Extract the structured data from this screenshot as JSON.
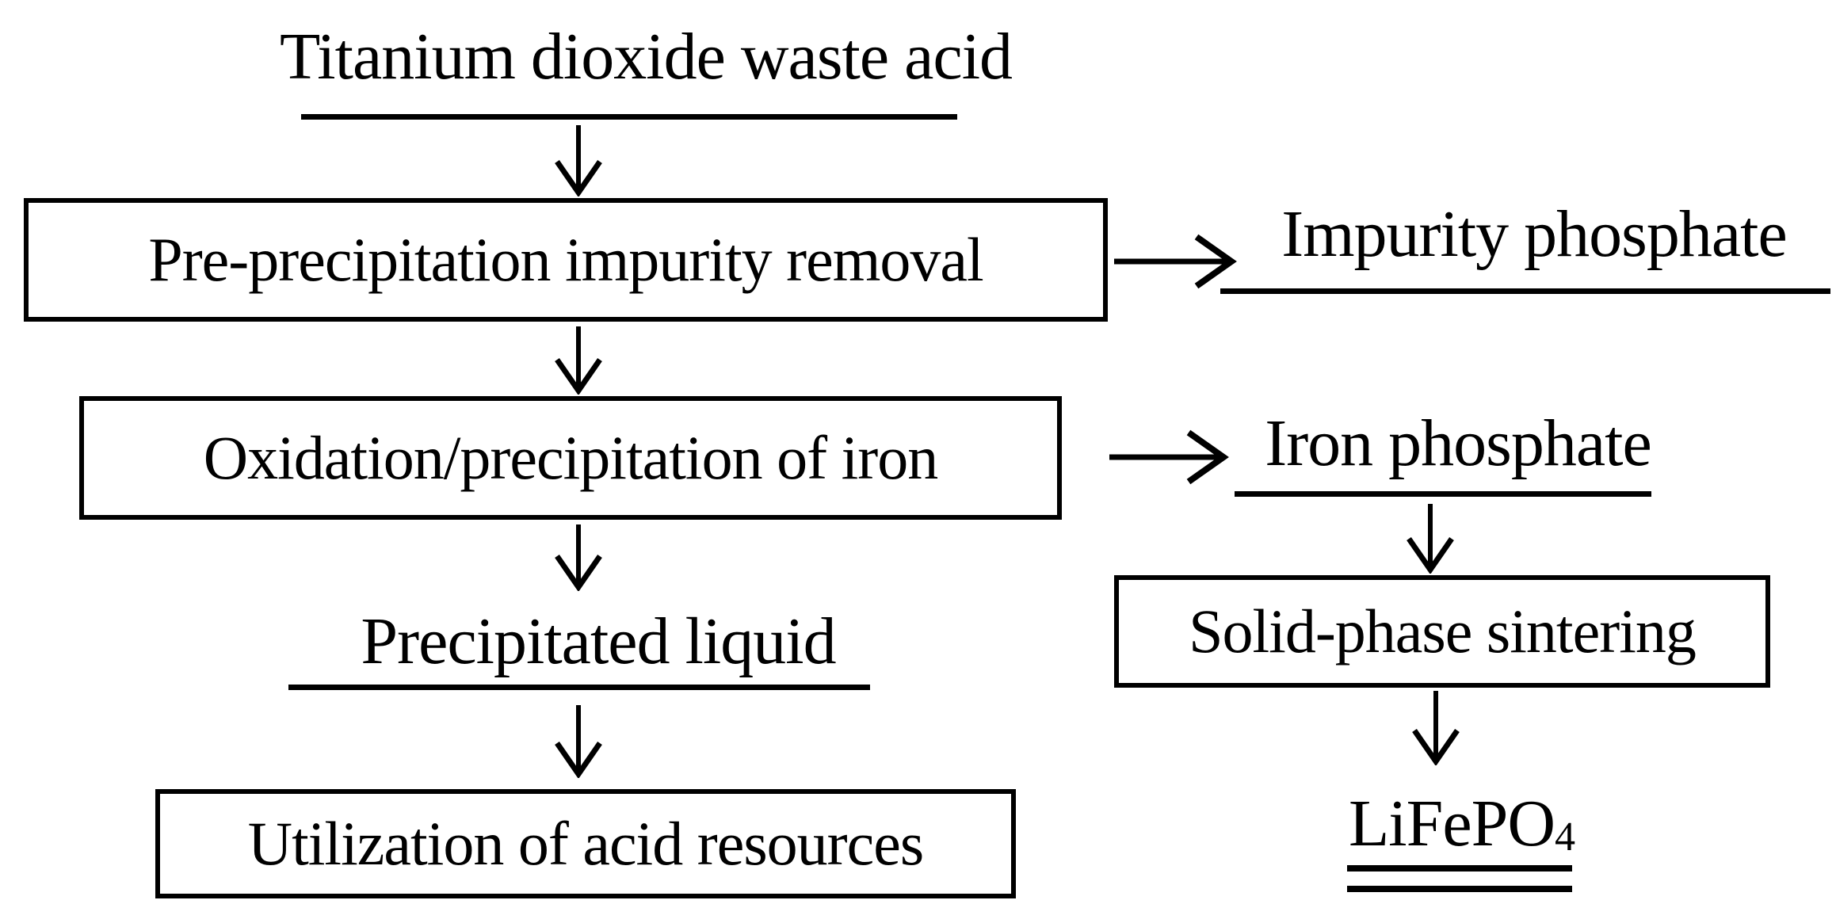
{
  "diagram": {
    "description": "Flowchart of recycling titanium dioxide waste acid into LiFePO4",
    "colors": {
      "stroke": "#000000",
      "text": "#000000",
      "background": "#ffffff"
    },
    "nodes": {
      "waste_acid": {
        "label": "Titanium dioxide waste acid",
        "style": "underlined-text"
      },
      "pre_precipitation": {
        "label": "Pre-precipitation impurity removal",
        "style": "box"
      },
      "impurity_phosphate": {
        "label": "Impurity phosphate",
        "style": "underlined-text"
      },
      "oxidation": {
        "label": "Oxidation/precipitation of iron",
        "style": "box"
      },
      "iron_phosphate": {
        "label": "Iron phosphate",
        "style": "underlined-text"
      },
      "precipitated_liquid": {
        "label": "Precipitated liquid",
        "style": "underlined-text"
      },
      "acid_utilization": {
        "label": "Utilization of acid resources",
        "style": "box"
      },
      "solid_phase_sintering": {
        "label": "Solid-phase sintering",
        "style": "box"
      },
      "lifepo4": {
        "base": "LiFePO",
        "subscript": "4",
        "style": "double-underlined-text"
      }
    },
    "edges": [
      {
        "from": "waste_acid",
        "to": "pre_precipitation",
        "direction": "down"
      },
      {
        "from": "pre_precipitation",
        "to": "impurity_phosphate",
        "direction": "right"
      },
      {
        "from": "pre_precipitation",
        "to": "oxidation",
        "direction": "down"
      },
      {
        "from": "oxidation",
        "to": "iron_phosphate",
        "direction": "right"
      },
      {
        "from": "oxidation",
        "to": "precipitated_liquid",
        "direction": "down"
      },
      {
        "from": "precipitated_liquid",
        "to": "acid_utilization",
        "direction": "down"
      },
      {
        "from": "iron_phosphate",
        "to": "solid_phase_sintering",
        "direction": "down"
      },
      {
        "from": "solid_phase_sintering",
        "to": "lifepo4",
        "direction": "down"
      }
    ]
  }
}
